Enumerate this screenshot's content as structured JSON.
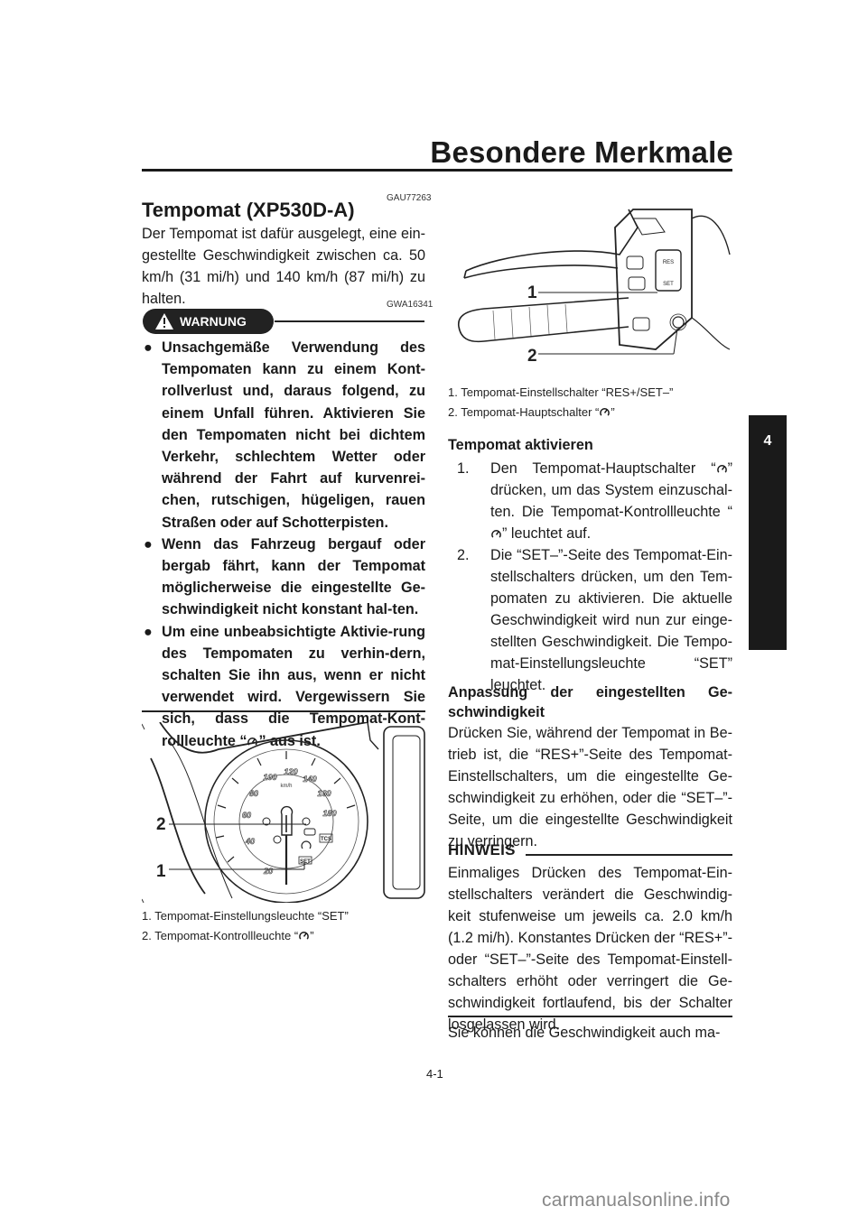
{
  "header": {
    "title": "Besondere Merkmale"
  },
  "codes": {
    "section": "GAU77263",
    "warning": "GWA16341"
  },
  "section": {
    "title": "Tempomat (XP530D-A)",
    "intro": "Der Tempomat ist dafür ausgelegt, eine ein-gestellte Geschwindigkeit zwischen ca. 50 km/h (31 mi/h) und 140 km/h (87 mi/h) zu halten."
  },
  "warning": {
    "label": "WARNUNG",
    "items": [
      "Unsachgemäße Verwendung des Tempomaten kann zu einem Kont-rollverlust und, daraus folgend, zu einem Unfall führen. Aktivieren Sie den Tempomaten nicht bei dichtem Verkehr, schlechtem Wetter oder während der Fahrt auf kurvenrei-chen, rutschigen, hügeligen, rauen Straßen oder auf Schotterpisten.",
      "Wenn das Fahrzeug bergauf oder bergab fährt, kann der Tempomat möglicherweise die eingestellte Ge-schwindigkeit nicht konstant hal-ten.",
      "Um eine unbeabsichtigte Aktivie-rung des Tempomaten zu verhin-dern, schalten Sie ihn aus, wenn er nicht verwendet wird. Vergewissern Sie sich, dass die Tempomat-Kont-rollleuchte “",
      "” aus ist."
    ]
  },
  "figure_left": {
    "callouts": [
      "2",
      "1"
    ],
    "speeds": [
      "20",
      "40",
      "60",
      "80",
      "100",
      "120",
      "140",
      "160",
      "180"
    ],
    "unit": "km/h",
    "set_label": "SET",
    "tcs_label": "TCS",
    "captions": [
      "1.  Tempomat-Einstellungsleuchte “SET”",
      "2.  Tempomat-Kontrollleuchte “",
      "”"
    ]
  },
  "figure_right": {
    "callouts": [
      "1",
      "2"
    ],
    "switch_labels": [
      "RES",
      "SET"
    ],
    "captions": [
      "1.  Tempomat-Einstellschalter “RES+/SET–”",
      "2.  Tempomat-Hauptschalter “",
      "”"
    ]
  },
  "activate": {
    "title": "Tempomat aktivieren",
    "steps": [
      {
        "n": "1.",
        "a": "Den Tempomat-Hauptschalter “",
        "b": "” drücken, um das System einzuschal-ten. Die Tempomat-Kontrollleuchte “",
        "c": "” leuchtet auf."
      },
      {
        "n": "2.",
        "text": "Die “SET–”-Seite des Tempomat-Ein-stellschalters drücken, um den Tem-pomaten zu aktivieren. Die aktuelle Geschwindigkeit wird nun zur einge-stellten Geschwindigkeit. Die Tempo-mat-Einstellungsleuchte “SET” leuchtet."
      }
    ]
  },
  "adjust": {
    "title": "Anpassung der eingestellten Ge-schwindigkeit",
    "text": "Drücken Sie, während der Tempomat in Be-trieb ist, die “RES+”-Seite des Tempomat-Einstellschalters, um die eingestellte Ge-schwindigkeit zu erhöhen, oder die “SET–”-Seite, um die eingestellte Geschwindigkeit zu verringern."
  },
  "note": {
    "label": "HINWEIS",
    "text": "Einmaliges Drücken des Tempomat-Ein-stellschalters verändert die Geschwindig-keit stufenweise um jeweils ca. 2.0 km/h (1.2 mi/h). Konstantes Drücken der “RES+”- oder “SET–”-Seite des Tempomat-Einstell-schalters erhöht oder verringert die Ge-schwindigkeit fortlaufend, bis der Schalter losgelassen wird."
  },
  "trailing": "Sie können die Geschwindigkeit auch ma-",
  "chapter_tab": "4",
  "page_number": "4-1",
  "watermark": "carmanualsonline.info"
}
